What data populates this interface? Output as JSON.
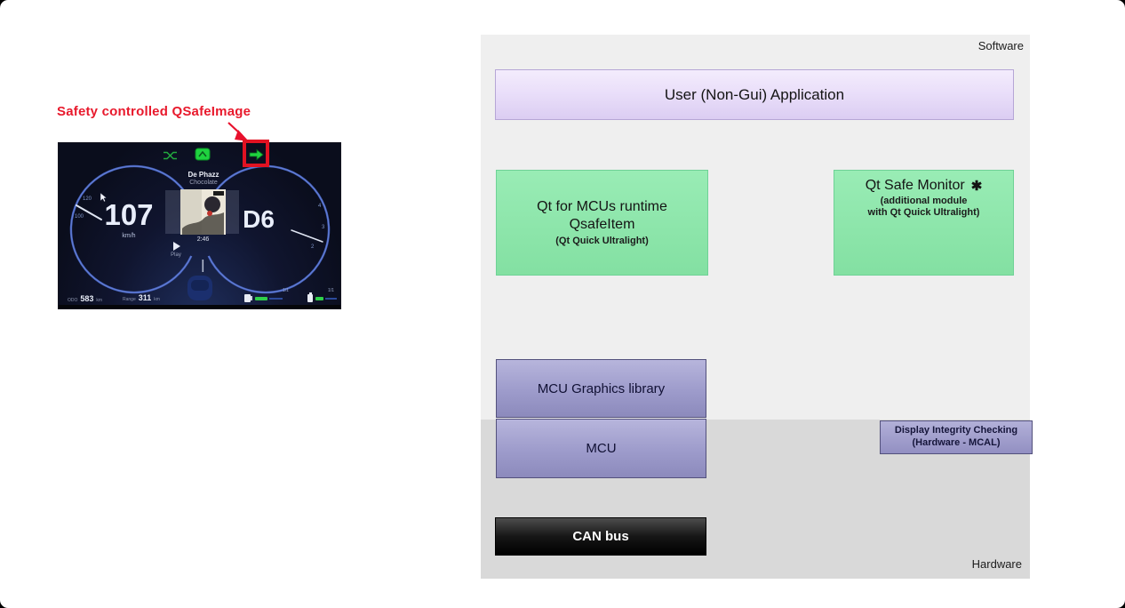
{
  "annotation": {
    "label": "Safety controlled QSafeImage",
    "color": "#e8192c"
  },
  "diagram": {
    "software_label": "Software",
    "hardware_label": "Hardware",
    "boxes": {
      "user_app": {
        "label": "User (Non-Gui) Application"
      },
      "qt_runtime": {
        "line1": "Qt for MCUs runtime",
        "line2": "QsafeItem",
        "line3": "(Qt Quick Ultralight)"
      },
      "qt_safe_monitor": {
        "title": "Qt Safe Monitor",
        "asterisk": "✱",
        "line2": "(additional module",
        "line3": "with Qt Quick Ultralight)"
      },
      "mcu_graphics": {
        "label": "MCU Graphics library"
      },
      "mcu": {
        "label": "MCU"
      },
      "display_integrity": {
        "line1": "Display Integrity Checking",
        "line2": "(Hardware - MCAL)"
      },
      "can_bus": {
        "label": "CAN bus"
      }
    },
    "colors": {
      "software_bg": "#efefef",
      "hardware_bg": "#d9d9d9",
      "green_box": "#8fe6ac",
      "purple_box": "#9d9bcb",
      "lavender_box": "#e9dffa",
      "can_bus": "#000000",
      "annotation_red": "#e8112d"
    }
  },
  "cluster": {
    "media": {
      "artist": "De Phazz",
      "track": "Chocolate",
      "time": "2:46",
      "play_label": "Play"
    },
    "speed": {
      "value": "107",
      "unit": "km/h",
      "ticks": [
        "120",
        "100"
      ]
    },
    "gear": {
      "value": "D6",
      "ticks": [
        "4",
        "3",
        "2"
      ]
    },
    "odometer": {
      "prefix": "ODO",
      "value": "583",
      "unit": "km"
    },
    "range": {
      "prefix": "Range",
      "value": "311",
      "unit": "km"
    },
    "fuel_fraction": "1/1",
    "battery_fraction": "1/1"
  }
}
